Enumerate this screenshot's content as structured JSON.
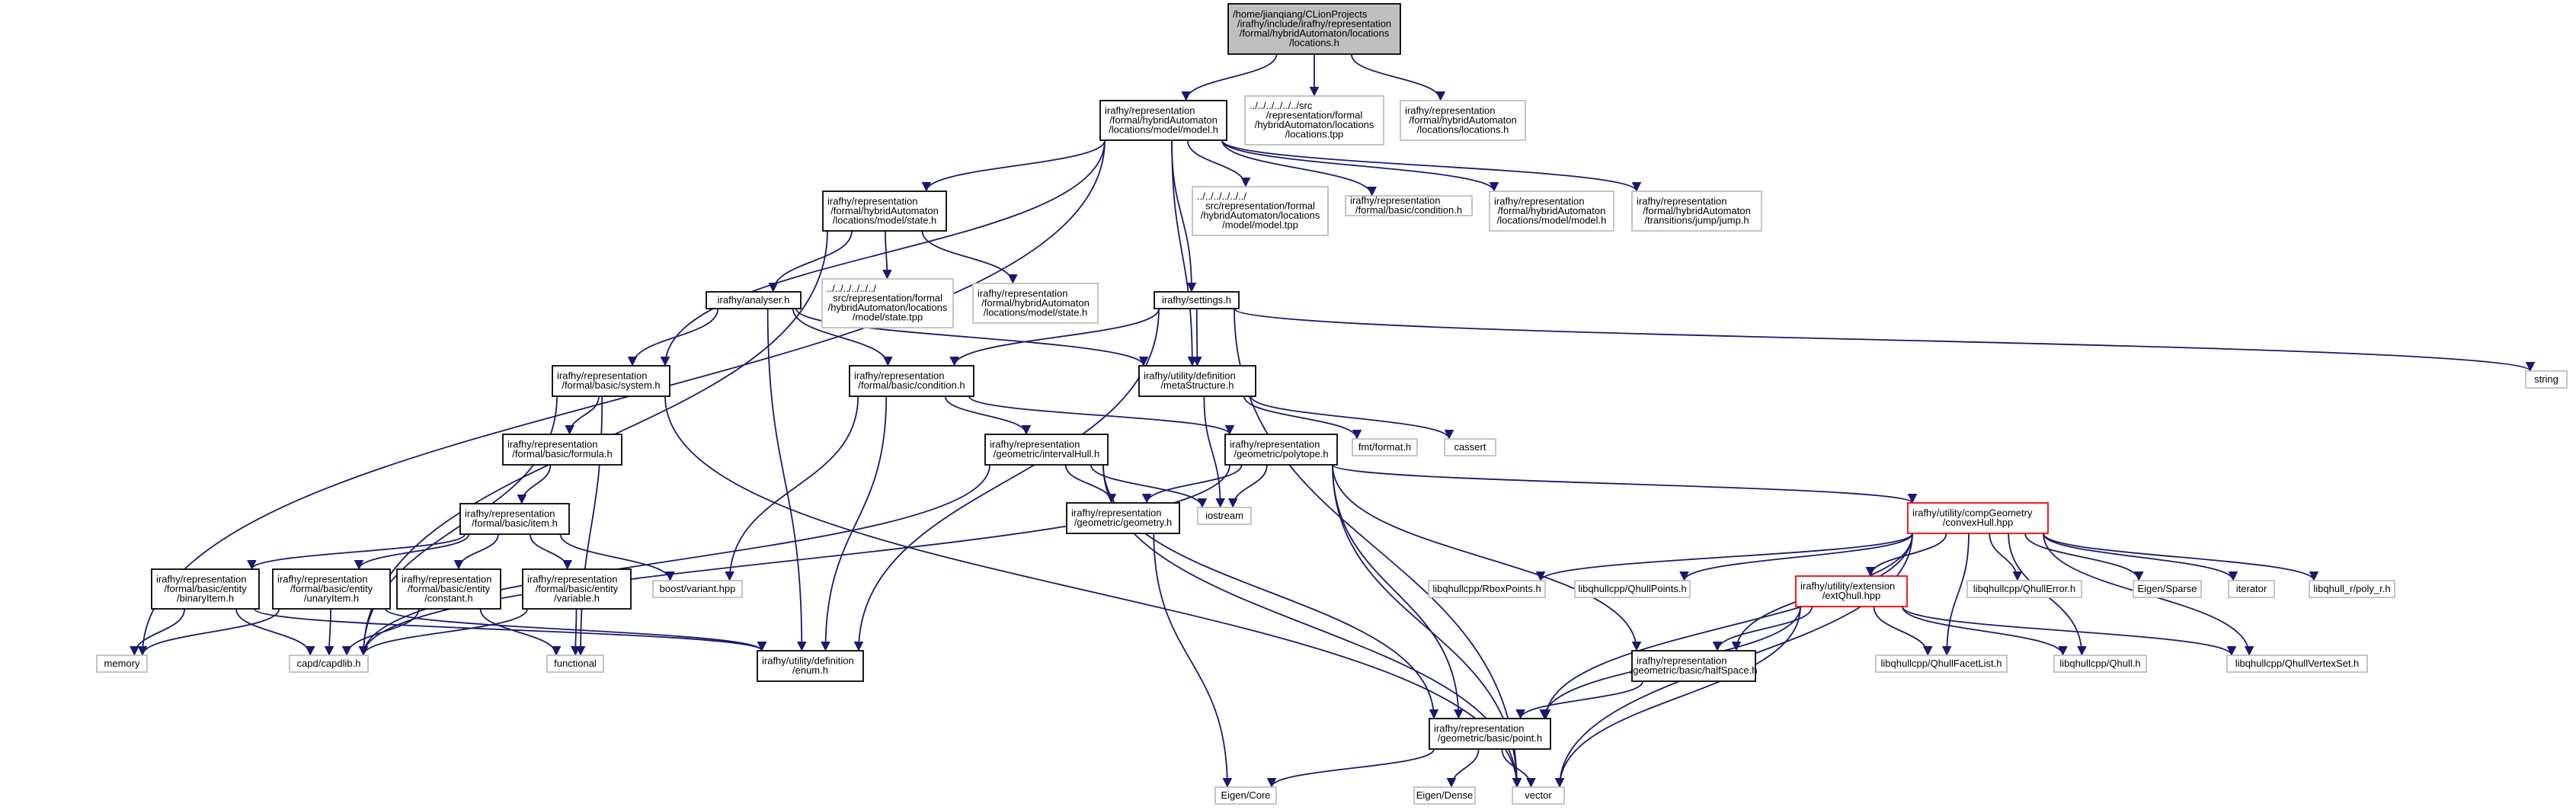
{
  "colors": {
    "edge": "#191970",
    "root_fill": "#bfbfbf",
    "root_stroke": "#000000",
    "documented_stroke": "#000000",
    "external_stroke": "#bfbfbf",
    "truncated_stroke": "#ff0000",
    "background": "#ffffff"
  },
  "nodes": [
    {
      "id": "locations_h",
      "kind": "root",
      "lines": [
        "/home/jianqiang/CLionProjects",
        "/irafhy/include/irafhy/representation",
        "/formal/hybridAutomaton/locations",
        "/locations.h"
      ]
    },
    {
      "id": "model_h",
      "kind": "documented",
      "lines": [
        "irafhy/representation",
        "/formal/hybridAutomaton",
        "/locations/model/model.h"
      ]
    },
    {
      "id": "locations_tpp",
      "kind": "external",
      "lines": [
        "../../../../../../src",
        "/representation/formal",
        "/hybridAutomaton/locations",
        "/locations.tpp"
      ]
    },
    {
      "id": "locations_h2",
      "kind": "external",
      "lines": [
        "irafhy/representation",
        "/formal/hybridAutomaton",
        "/locations/locations.h"
      ]
    },
    {
      "id": "state_h",
      "kind": "documented",
      "lines": [
        "irafhy/representation",
        "/formal/hybridAutomaton",
        "/locations/model/state.h"
      ]
    },
    {
      "id": "model_tpp",
      "kind": "external",
      "lines": [
        "../../../../../../",
        "src/representation/formal",
        "/hybridAutomaton/locations",
        "/model/model.tpp"
      ]
    },
    {
      "id": "condition_h_ext",
      "kind": "external",
      "lines": [
        "irafhy/representation",
        "/formal/basic/condition.h"
      ]
    },
    {
      "id": "model_h2",
      "kind": "external",
      "lines": [
        "irafhy/representation",
        "/formal/hybridAutomaton",
        "/locations/model/model.h"
      ]
    },
    {
      "id": "jump_h",
      "kind": "external",
      "lines": [
        "irafhy/representation",
        "/formal/hybridAutomaton",
        "/transitions/jump/jump.h"
      ]
    },
    {
      "id": "analyser_h",
      "kind": "documented",
      "lines": [
        "irafhy/analyser.h"
      ]
    },
    {
      "id": "state_tpp",
      "kind": "external",
      "lines": [
        "../../../../../../",
        "src/representation/formal",
        "/hybridAutomaton/locations",
        "/model/state.tpp"
      ]
    },
    {
      "id": "state_h2",
      "kind": "external",
      "lines": [
        "irafhy/representation",
        "/formal/hybridAutomaton",
        "/locations/model/state.h"
      ]
    },
    {
      "id": "settings_h",
      "kind": "documented",
      "lines": [
        "irafhy/settings.h"
      ]
    },
    {
      "id": "string",
      "kind": "external",
      "lines": [
        "string"
      ]
    },
    {
      "id": "system_h",
      "kind": "documented",
      "lines": [
        "irafhy/representation",
        "/formal/basic/system.h"
      ]
    },
    {
      "id": "condition_h",
      "kind": "documented",
      "lines": [
        "irafhy/representation",
        "/formal/basic/condition.h"
      ]
    },
    {
      "id": "metaStructure_h",
      "kind": "documented",
      "lines": [
        "irafhy/utility/definition",
        "/metaStructure.h"
      ]
    },
    {
      "id": "formula_h",
      "kind": "documented",
      "lines": [
        "irafhy/representation",
        "/formal/basic/formula.h"
      ]
    },
    {
      "id": "intervalHull_h",
      "kind": "documented",
      "lines": [
        "irafhy/representation",
        "/geometric/intervalHull.h"
      ]
    },
    {
      "id": "polytope_h",
      "kind": "documented",
      "lines": [
        "irafhy/representation",
        "/geometric/polytope.h"
      ]
    },
    {
      "id": "fmt_format",
      "kind": "external",
      "lines": [
        "fmt/format.h"
      ]
    },
    {
      "id": "cassert",
      "kind": "external",
      "lines": [
        "cassert"
      ]
    },
    {
      "id": "item_h",
      "kind": "documented",
      "lines": [
        "irafhy/representation",
        "/formal/basic/item.h"
      ]
    },
    {
      "id": "geometry_h",
      "kind": "documented",
      "lines": [
        "irafhy/representation",
        "/geometric/geometry.h"
      ]
    },
    {
      "id": "iostream",
      "kind": "external",
      "lines": [
        "iostream"
      ]
    },
    {
      "id": "convexHull_hpp",
      "kind": "truncated",
      "lines": [
        "irafhy/utility/compGeometry",
        "/convexHull.hpp"
      ]
    },
    {
      "id": "binaryItem_h",
      "kind": "documented",
      "lines": [
        "irafhy/representation",
        "/formal/basic/entity",
        "/binaryItem.h"
      ]
    },
    {
      "id": "unaryItem_h",
      "kind": "documented",
      "lines": [
        "irafhy/representation",
        "/formal/basic/entity",
        "/unaryItem.h"
      ]
    },
    {
      "id": "constant_h",
      "kind": "documented",
      "lines": [
        "irafhy/representation",
        "/formal/basic/entity",
        "/constant.h"
      ]
    },
    {
      "id": "variable_h",
      "kind": "documented",
      "lines": [
        "irafhy/representation",
        "/formal/basic/entity",
        "/variable.h"
      ]
    },
    {
      "id": "boost_variant",
      "kind": "external",
      "lines": [
        "boost/variant.hpp"
      ]
    },
    {
      "id": "RboxPoints",
      "kind": "external",
      "lines": [
        "libqhullcpp/RboxPoints.h"
      ]
    },
    {
      "id": "QhullPoints",
      "kind": "external",
      "lines": [
        "libqhullcpp/QhullPoints.h"
      ]
    },
    {
      "id": "extQhull_hpp",
      "kind": "truncated",
      "lines": [
        "irafhy/utility/extension",
        "/extQhull.hpp"
      ]
    },
    {
      "id": "QhullError",
      "kind": "external",
      "lines": [
        "libqhullcpp/QhullError.h"
      ]
    },
    {
      "id": "Eigen_Sparse",
      "kind": "external",
      "lines": [
        "Eigen/Sparse"
      ]
    },
    {
      "id": "iterator",
      "kind": "external",
      "lines": [
        "iterator"
      ]
    },
    {
      "id": "poly_r",
      "kind": "external",
      "lines": [
        "libqhull_r/poly_r.h"
      ]
    },
    {
      "id": "memory",
      "kind": "external",
      "lines": [
        "memory"
      ]
    },
    {
      "id": "capdlib",
      "kind": "external",
      "lines": [
        "capd/capdlib.h"
      ]
    },
    {
      "id": "functional",
      "kind": "external",
      "lines": [
        "functional"
      ]
    },
    {
      "id": "enum_h",
      "kind": "documented",
      "lines": [
        "irafhy/utility/definition",
        "/enum.h"
      ]
    },
    {
      "id": "halfSpace_h",
      "kind": "documented",
      "lines": [
        "irafhy/representation",
        "/geometric/basic/halfSpace.h"
      ]
    },
    {
      "id": "QhullFacetList",
      "kind": "external",
      "lines": [
        "libqhullcpp/QhullFacetList.h"
      ]
    },
    {
      "id": "Qhull_h",
      "kind": "external",
      "lines": [
        "libqhullcpp/Qhull.h"
      ]
    },
    {
      "id": "QhullVertexSet",
      "kind": "external",
      "lines": [
        "libqhullcpp/QhullVertexSet.h"
      ]
    },
    {
      "id": "point_h",
      "kind": "documented",
      "lines": [
        "irafhy/representation",
        "/geometric/basic/point.h"
      ]
    },
    {
      "id": "Eigen_Core",
      "kind": "external",
      "lines": [
        "Eigen/Core"
      ]
    },
    {
      "id": "Eigen_Dense",
      "kind": "external",
      "lines": [
        "Eigen/Dense"
      ]
    },
    {
      "id": "vector",
      "kind": "external",
      "lines": [
        "vector"
      ]
    }
  ],
  "edges": [
    [
      "locations_h",
      "model_h"
    ],
    [
      "locations_h",
      "locations_tpp"
    ],
    [
      "locations_h",
      "locations_h2"
    ],
    [
      "model_h",
      "state_h"
    ],
    [
      "model_h",
      "model_tpp"
    ],
    [
      "model_h",
      "condition_h_ext"
    ],
    [
      "model_h",
      "model_h2"
    ],
    [
      "model_h",
      "jump_h"
    ],
    [
      "model_h",
      "settings_h"
    ],
    [
      "model_h",
      "metaStructure_h"
    ],
    [
      "model_h",
      "system_h"
    ],
    [
      "model_h",
      "memory"
    ],
    [
      "state_h",
      "analyser_h"
    ],
    [
      "state_h",
      "state_tpp"
    ],
    [
      "state_h",
      "state_h2"
    ],
    [
      "state_h",
      "capdlib"
    ],
    [
      "analyser_h",
      "system_h"
    ],
    [
      "analyser_h",
      "condition_h"
    ],
    [
      "analyser_h",
      "metaStructure_h"
    ],
    [
      "analyser_h",
      "enum_h"
    ],
    [
      "settings_h",
      "condition_h"
    ],
    [
      "settings_h",
      "metaStructure_h"
    ],
    [
      "settings_h",
      "string"
    ],
    [
      "settings_h",
      "vector"
    ],
    [
      "settings_h",
      "enum_h"
    ],
    [
      "system_h",
      "formula_h"
    ],
    [
      "system_h",
      "capdlib"
    ],
    [
      "system_h",
      "functional"
    ],
    [
      "system_h",
      "vector"
    ],
    [
      "condition_h",
      "intervalHull_h"
    ],
    [
      "condition_h",
      "polytope_h"
    ],
    [
      "condition_h",
      "enum_h"
    ],
    [
      "condition_h",
      "boost_variant"
    ],
    [
      "metaStructure_h",
      "fmt_format"
    ],
    [
      "metaStructure_h",
      "cassert"
    ],
    [
      "metaStructure_h",
      "iostream"
    ],
    [
      "formula_h",
      "item_h"
    ],
    [
      "item_h",
      "binaryItem_h"
    ],
    [
      "item_h",
      "unaryItem_h"
    ],
    [
      "item_h",
      "constant_h"
    ],
    [
      "item_h",
      "variable_h"
    ],
    [
      "item_h",
      "boost_variant"
    ],
    [
      "intervalHull_h",
      "geometry_h"
    ],
    [
      "intervalHull_h",
      "iostream"
    ],
    [
      "intervalHull_h",
      "point_h"
    ],
    [
      "intervalHull_h",
      "vector"
    ],
    [
      "intervalHull_h",
      "capdlib"
    ],
    [
      "polytope_h",
      "geometry_h"
    ],
    [
      "polytope_h",
      "iostream"
    ],
    [
      "polytope_h",
      "convexHull_hpp"
    ],
    [
      "polytope_h",
      "halfSpace_h"
    ],
    [
      "polytope_h",
      "point_h"
    ],
    [
      "polytope_h",
      "vector"
    ],
    [
      "polytope_h",
      "capdlib"
    ],
    [
      "geometry_h",
      "Eigen_Core"
    ],
    [
      "convexHull_hpp",
      "RboxPoints"
    ],
    [
      "convexHull_hpp",
      "QhullPoints"
    ],
    [
      "convexHull_hpp",
      "extQhull_hpp"
    ],
    [
      "convexHull_hpp",
      "QhullError"
    ],
    [
      "convexHull_hpp",
      "Eigen_Sparse"
    ],
    [
      "convexHull_hpp",
      "iterator"
    ],
    [
      "convexHull_hpp",
      "poly_r"
    ],
    [
      "convexHull_hpp",
      "QhullFacetList"
    ],
    [
      "convexHull_hpp",
      "Qhull_h"
    ],
    [
      "convexHull_hpp",
      "QhullVertexSet"
    ],
    [
      "convexHull_hpp",
      "halfSpace_h"
    ],
    [
      "convexHull_hpp",
      "point_h"
    ],
    [
      "convexHull_hpp",
      "vector"
    ],
    [
      "binaryItem_h",
      "memory"
    ],
    [
      "binaryItem_h",
      "capdlib"
    ],
    [
      "binaryItem_h",
      "enum_h"
    ],
    [
      "unaryItem_h",
      "memory"
    ],
    [
      "unaryItem_h",
      "capdlib"
    ],
    [
      "unaryItem_h",
      "enum_h"
    ],
    [
      "constant_h",
      "capdlib"
    ],
    [
      "constant_h",
      "functional"
    ],
    [
      "variable_h",
      "capdlib"
    ],
    [
      "variable_h",
      "functional"
    ],
    [
      "extQhull_hpp",
      "halfSpace_h"
    ],
    [
      "extQhull_hpp",
      "point_h"
    ],
    [
      "extQhull_hpp",
      "QhullFacetList"
    ],
    [
      "extQhull_hpp",
      "Qhull_h"
    ],
    [
      "extQhull_hpp",
      "QhullVertexSet"
    ],
    [
      "extQhull_hpp",
      "vector"
    ],
    [
      "halfSpace_h",
      "point_h"
    ],
    [
      "point_h",
      "Eigen_Core"
    ],
    [
      "point_h",
      "Eigen_Dense"
    ],
    [
      "point_h",
      "vector"
    ]
  ]
}
